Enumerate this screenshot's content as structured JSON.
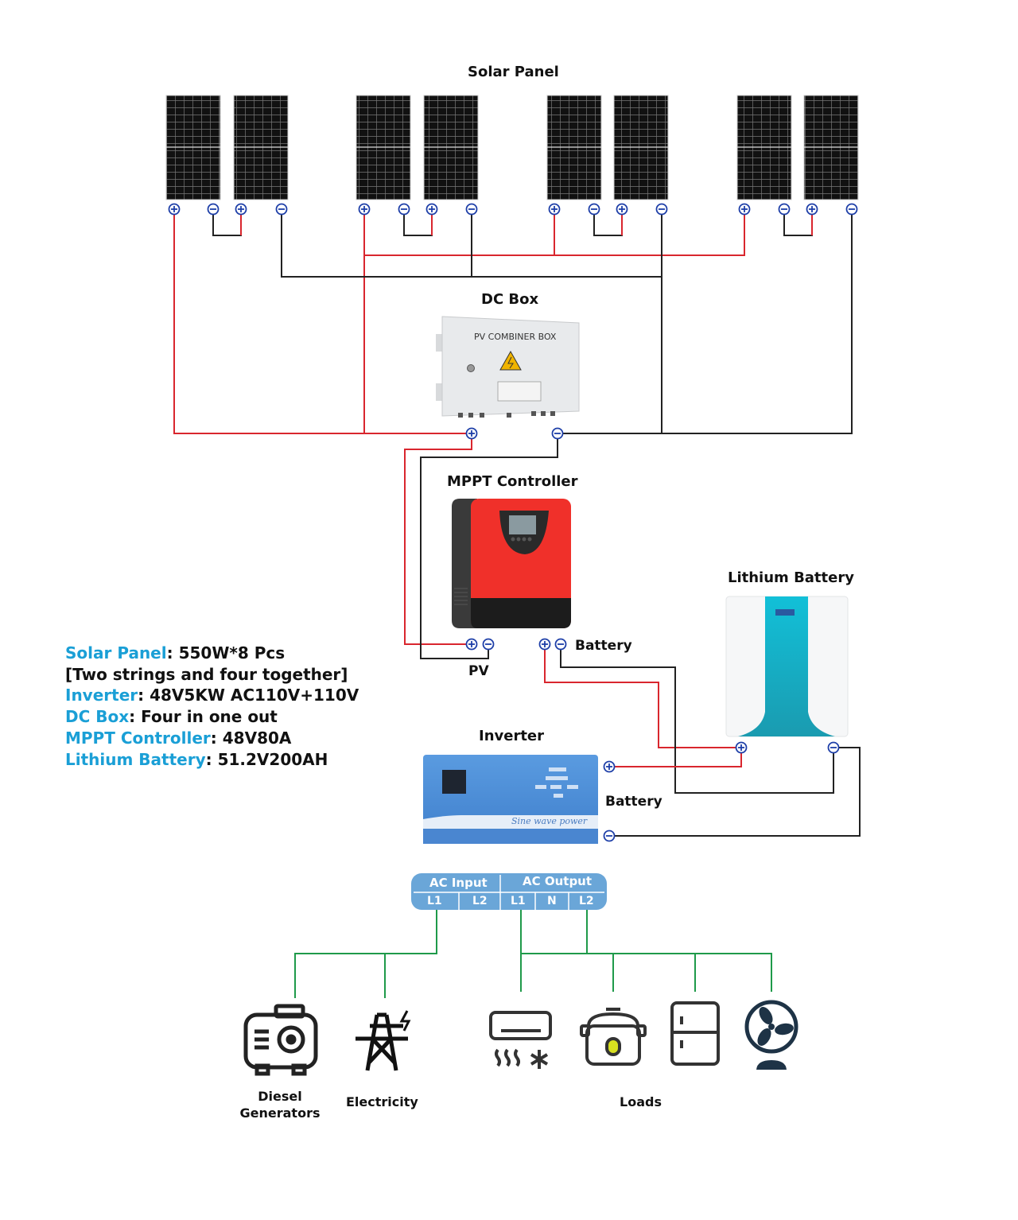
{
  "title": "Solar Panel",
  "dc_box": {
    "label": "DC Box",
    "device_text": "PV COMBINER BOX"
  },
  "mppt": {
    "label": "MPPT Controller",
    "pv_label": "PV",
    "battery_label": "Battery"
  },
  "lithium_battery": {
    "label": "Lithium Battery"
  },
  "inverter": {
    "label": "Inverter",
    "battery_label": "Battery",
    "device_text": "Sine wave power"
  },
  "ac_panel": {
    "input_label": "AC Input",
    "output_label": "AC Output",
    "terminals": [
      "L1",
      "L2",
      "L1",
      "N",
      "L2"
    ]
  },
  "specs": [
    {
      "key": "Solar Panel",
      "value": ": 550W*8 Pcs"
    },
    {
      "key": "",
      "value": "[Two strings and four together]"
    },
    {
      "key": "Inverter",
      "value": ": 48V5KW AC110V+110V"
    },
    {
      "key": "DC Box",
      "value": ": Four in one out"
    },
    {
      "key": "MPPT Controller",
      "value": ": 48V80A"
    },
    {
      "key": "Lithium Battery",
      "value": ": 51.2V200AH"
    }
  ],
  "sources": [
    {
      "label": "Diesel Generators",
      "icon": "diesel-generator-icon"
    },
    {
      "label": "Electricity",
      "icon": "power-tower-icon"
    }
  ],
  "loads": {
    "label": "Loads",
    "icons": [
      "air-conditioner-icon",
      "rice-cooker-icon",
      "refrigerator-icon",
      "fan-icon"
    ]
  },
  "colors": {
    "positive_wire": "#d9262e",
    "negative_wire": "#222222",
    "ac_wire": "#1f9a4a",
    "accent": "#1a9fd6",
    "terminal": "#1e3fa8"
  }
}
